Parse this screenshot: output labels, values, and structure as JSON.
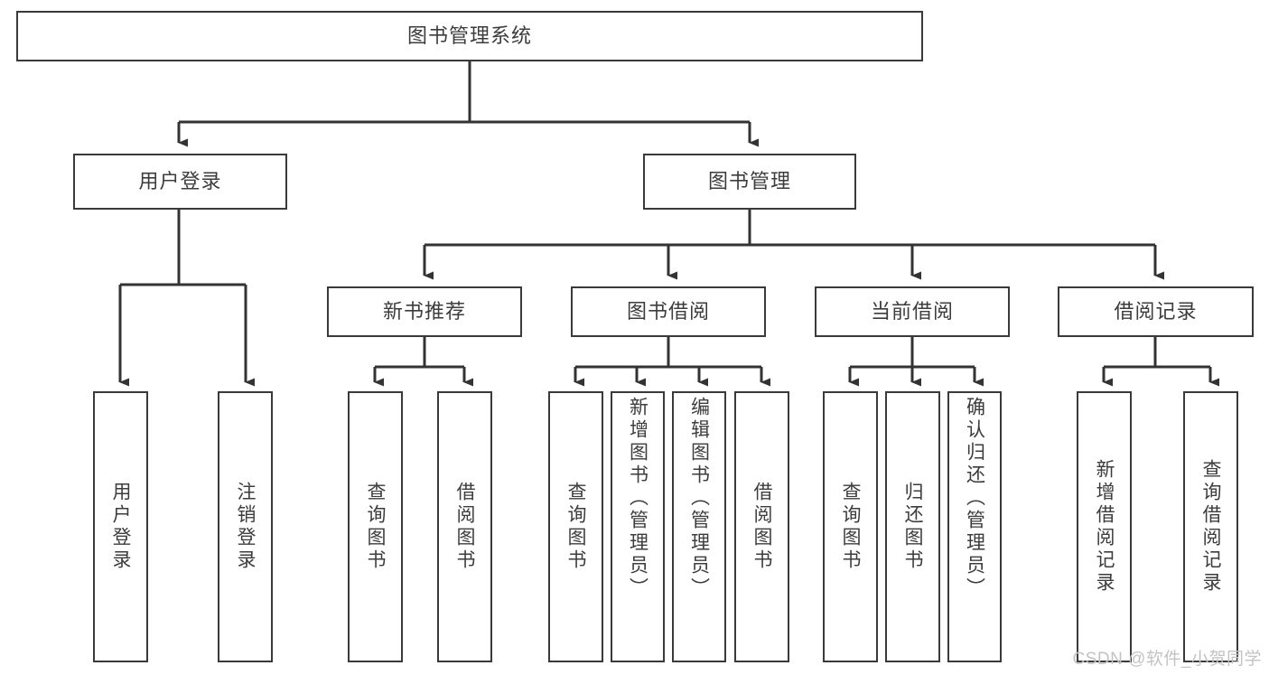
{
  "diagram": {
    "type": "tree-hierarchy-diagram",
    "title": "图书管理系统",
    "watermark": "CSDN @软件_小贺同学",
    "colors": {
      "box_border": "#3a3a3a",
      "box_fill": "#ffffff",
      "connector": "#333333",
      "text": "#3c3c3c",
      "watermark": "#c3c3c3"
    },
    "root": {
      "label": "图书管理系统"
    },
    "level2": [
      {
        "label": "用户登录"
      },
      {
        "label": "图书管理"
      }
    ],
    "level3": [
      {
        "label": "新书推荐"
      },
      {
        "label": "图书借阅"
      },
      {
        "label": "当前借阅"
      },
      {
        "label": "借阅记录"
      }
    ],
    "leaves": {
      "user_login": [
        {
          "label": "用户登录"
        },
        {
          "label": "注销登录"
        }
      ],
      "new_book_recommend": [
        {
          "label": "查询图书"
        },
        {
          "label": "借阅图书"
        }
      ],
      "book_borrow": [
        {
          "label": "查询图书"
        },
        {
          "label": "新增图书（管理员）"
        },
        {
          "label": "编辑图书（管理员）"
        },
        {
          "label": "借阅图书"
        }
      ],
      "current_borrow": [
        {
          "label": "查询图书"
        },
        {
          "label": "归还图书"
        },
        {
          "label": "确认归还（管理员）"
        }
      ],
      "borrow_record": [
        {
          "label": "新增借阅记录"
        },
        {
          "label": "查询借阅记录"
        }
      ]
    }
  }
}
